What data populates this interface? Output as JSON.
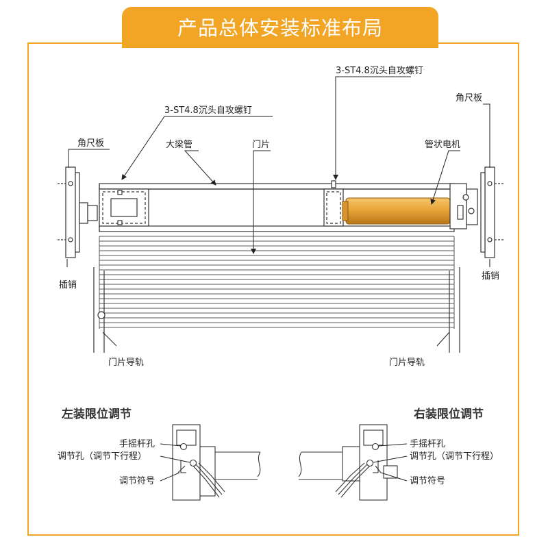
{
  "title": "产品总体安装标准布局",
  "colors": {
    "accent": "#f2a525",
    "motor": "#e8a63a",
    "line": "#333333"
  },
  "top_diagram": {
    "labels": {
      "screw_left": "3-ST4.8沉头自攻螺钉",
      "screw_right": "3-ST4.8沉头自攻螺钉",
      "bracket_left": "角尺板",
      "bracket_right": "角尺板",
      "beam_tube": "大梁管",
      "door_slat": "门片",
      "tubular_motor": "管状电机",
      "pin_left": "插销",
      "pin_right": "插销",
      "guide_rail_left": "门片导轨",
      "guide_rail_right": "门片导轨"
    }
  },
  "left_adjust": {
    "heading": "左装限位调节",
    "crank_hole": "手摇杆孔",
    "adjust_hole": "调节孔（调节下行程）",
    "adjust_symbol": "调节符号"
  },
  "right_adjust": {
    "heading": "右装限位调节",
    "crank_hole": "手摇杆孔",
    "adjust_hole": "调节孔（调节下行程）",
    "adjust_symbol": "调节符号"
  }
}
